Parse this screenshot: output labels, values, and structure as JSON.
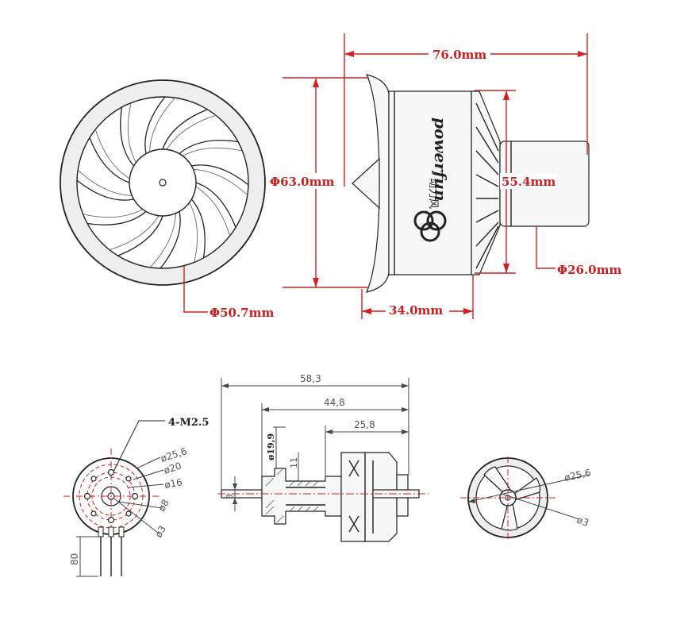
{
  "dims_top": {
    "overall_length": "76.0mm",
    "shroud_diameter": "Φ63.0mm",
    "body_diameter": "55.4mm",
    "motor_diameter": "Φ26.0mm",
    "rotor_diameter": "Φ50.7mm",
    "body_length": "34.0mm"
  },
  "brand": {
    "name": "powerfun",
    "chinese": "动力风"
  },
  "dims_bottom": {
    "screw_spec": "4-M2.5",
    "d_25_6": "ø25,6",
    "d_20": "ø20",
    "d_16": "ø16",
    "d_8": "ø8",
    "d_3": "ø3",
    "lead_length": "80",
    "len_58_3": "58,3",
    "len_44_8": "44,8",
    "len_25_8": "25,8",
    "d_19_9": "ø19,9",
    "d_11": "11",
    "shaft_3": "3",
    "r_25_6": "ø25,6",
    "r_3": "ø3"
  },
  "colors": {
    "dimension_red": "#cc1f1f",
    "line_black": "#222222",
    "fill_gray": "#e6e6e6"
  }
}
